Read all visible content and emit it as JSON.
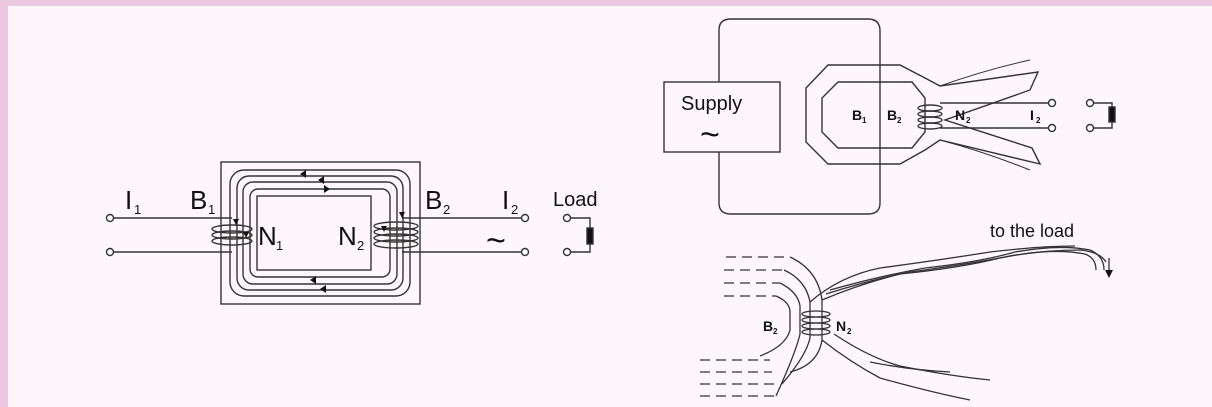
{
  "diagram": {
    "left": {
      "i1": "I",
      "i1_sub": "1",
      "b1": "B",
      "b1_sub": "1",
      "n1": "N",
      "n1_sub": "1",
      "n2": "N",
      "n2_sub": "2",
      "b2": "B",
      "b2_sub": "2",
      "i2": "I",
      "i2_sub": "2",
      "tilde": "~",
      "load": "Load"
    },
    "top_right": {
      "supply": "Supply",
      "tilde": "~",
      "b1": "B",
      "b1_sub": "1",
      "b2": "B",
      "b2_sub": "2",
      "n2": "N",
      "n2_sub": "2",
      "i2": "I",
      "i2_sub": "2"
    },
    "bottom_right": {
      "to_the_load": "to the load",
      "b2": "B",
      "b2_sub": "2",
      "n2": "N",
      "n2_sub": "2"
    }
  }
}
